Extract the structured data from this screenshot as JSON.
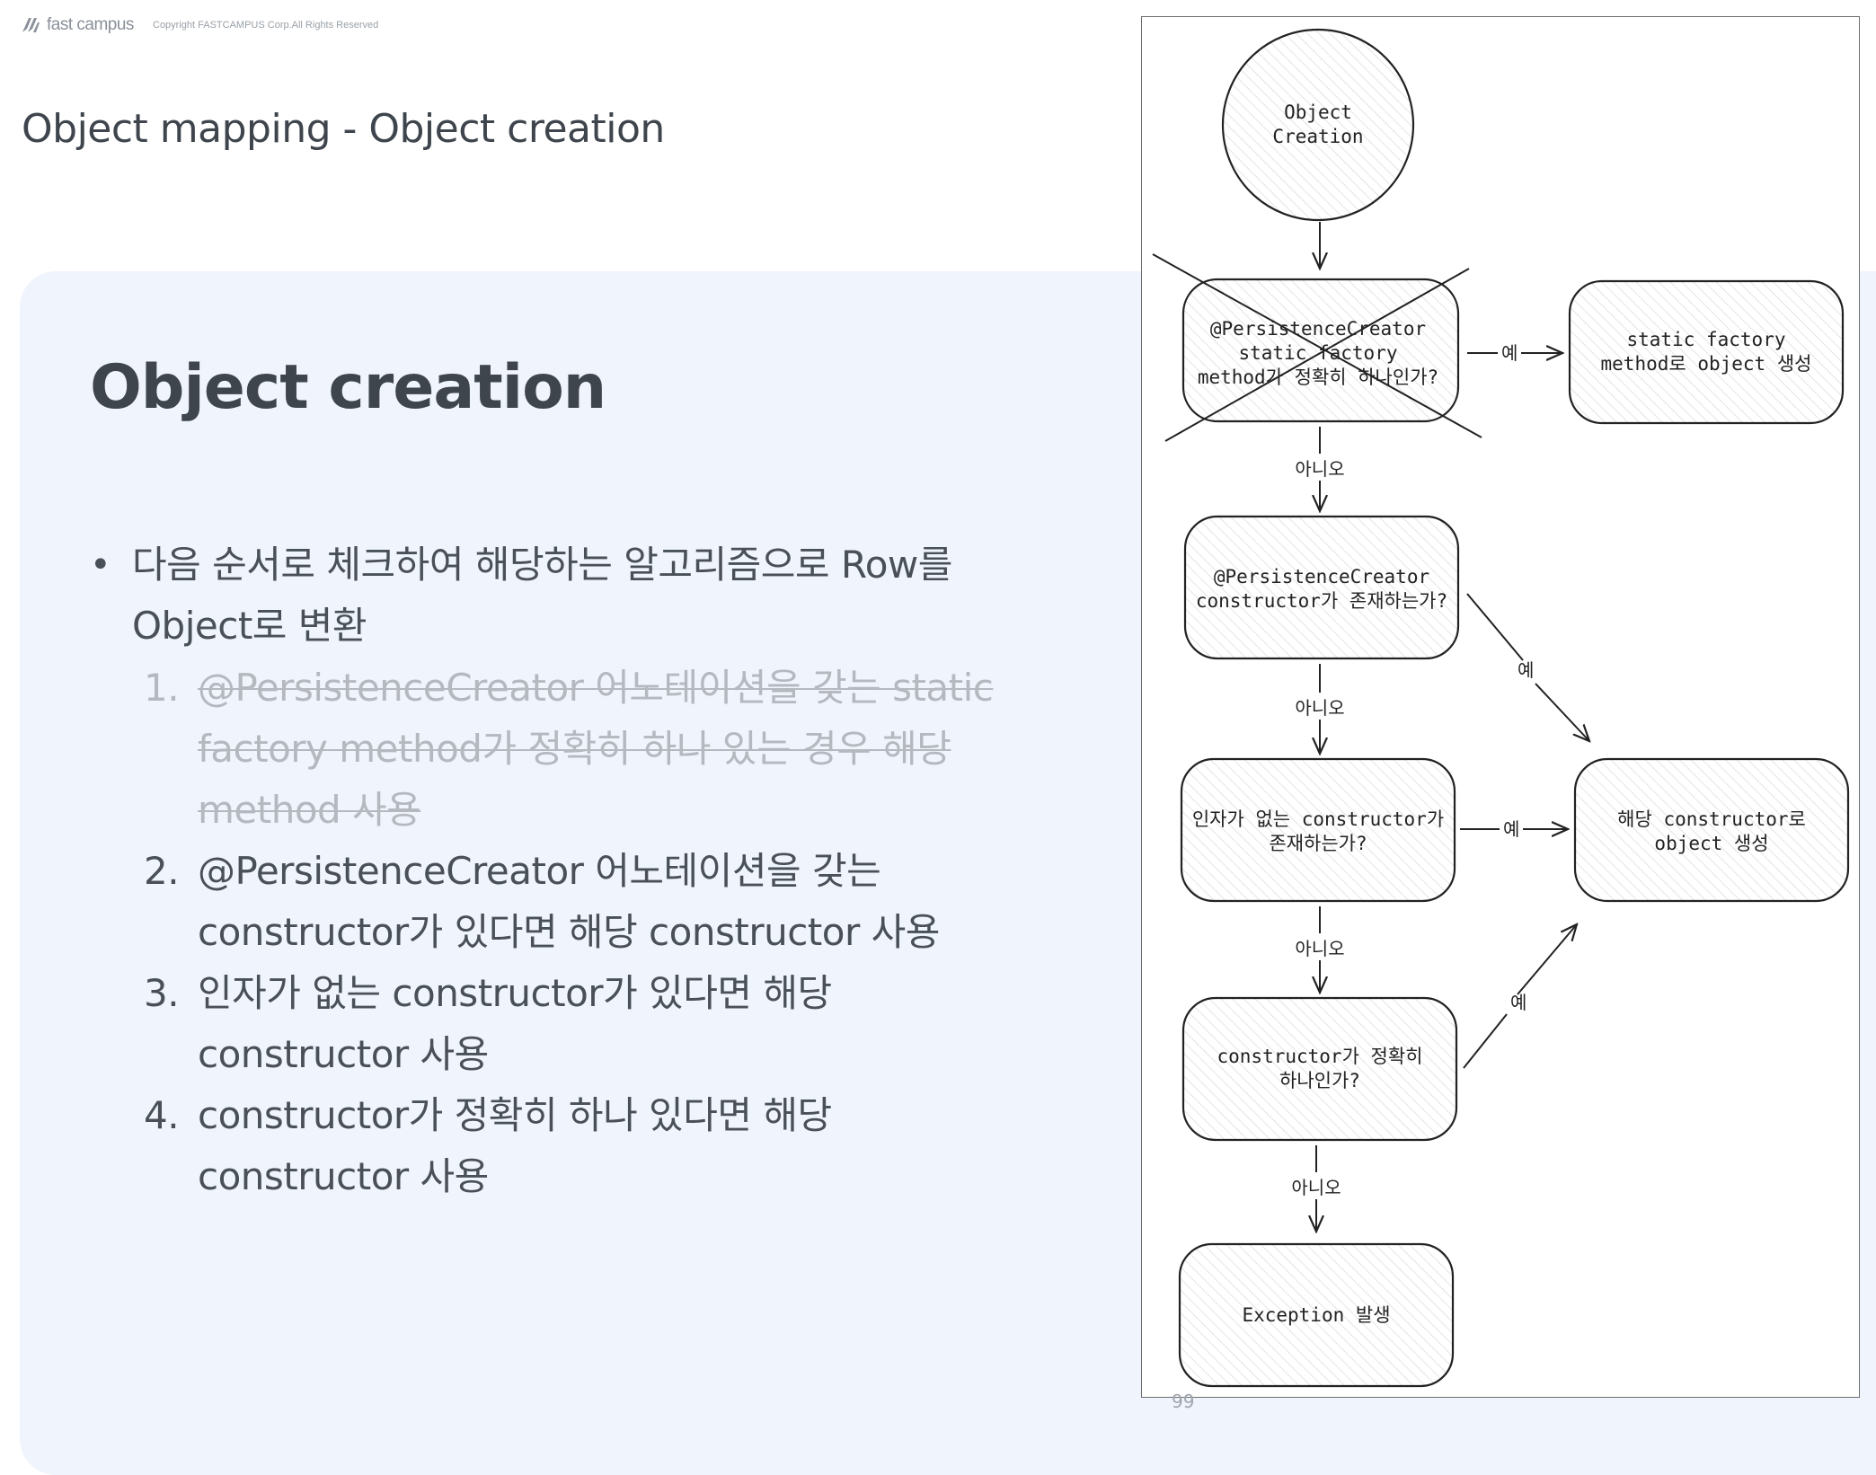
{
  "header": {
    "logo_text": "fast campus",
    "copyright": "Copyright FASTCAMPUS Corp.All Rights Reserved"
  },
  "page_title": "Object mapping - Object creation",
  "section_title": "Object creation",
  "bullet": "다음 순서로 체크하여 해당하는 알고리즘으로 Row를 Object로 변환",
  "steps": [
    {
      "num": "1.",
      "text": "@PersistenceCreator 어노테이션을 갖는 static factory method가 정확히 하나 있는 경우 해당 method 사용"
    },
    {
      "num": "2.",
      "text": "@PersistenceCreator 어노테이션을 갖는 constructor가 있다면 해당 constructor 사용"
    },
    {
      "num": "3.",
      "text": "인자가 없는 constructor가 있다면 해당 constructor 사용"
    },
    {
      "num": "4.",
      "text": "constructor가 정확히 하나 있다면 해당 constructor 사용"
    }
  ],
  "page_number": "99",
  "diagram": {
    "start": [
      "Object",
      "Creation"
    ],
    "q1": [
      "@PersistenceCreator",
      "static factory",
      "method가 정확히 하나인가?"
    ],
    "r1": [
      "static factory",
      "method로 object 생성"
    ],
    "q2": [
      "@PersistenceCreator",
      "constructor가 존재하는가?"
    ],
    "q3": [
      "인자가 없는 constructor가",
      "존재하는가?"
    ],
    "r2": [
      "해당 constructor로",
      "object 생성"
    ],
    "q4": [
      "constructor가 정확히",
      "하나인가?"
    ],
    "end": [
      "Exception 발생"
    ],
    "yes": "예",
    "no": "아니오"
  },
  "colors": {
    "card_bg": "#eff4fd",
    "text": "#495057",
    "struck_text": "#b5b9bf"
  }
}
